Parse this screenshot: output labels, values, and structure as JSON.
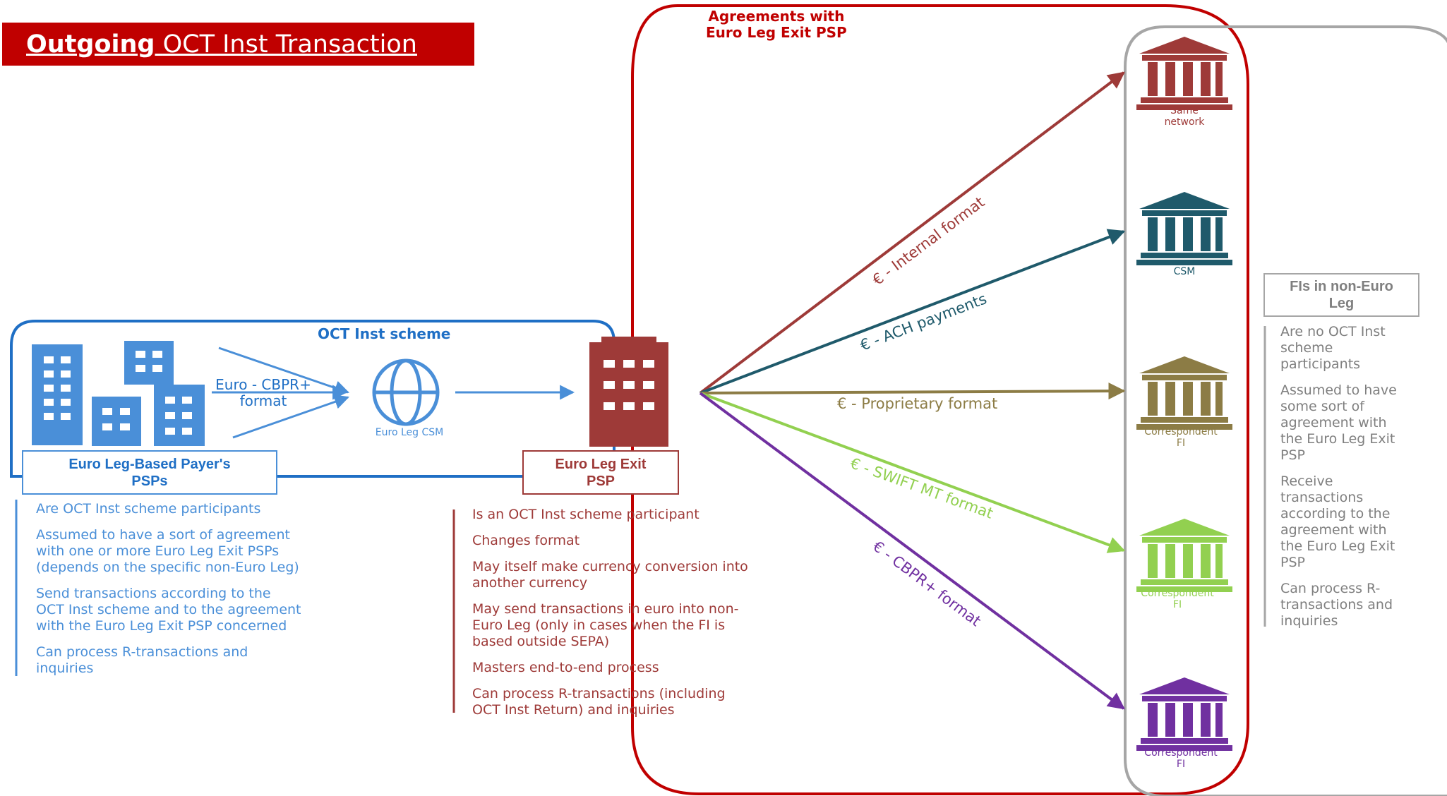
{
  "title": {
    "bold": "Outgoing",
    "rest": "OCT Inst Transaction"
  },
  "scheme_label": "OCT Inst scheme",
  "agreements_label": "Agreements with\nEuro Leg Exit PSP",
  "payer_box": "Euro Leg-Based Payer's\nPSPs",
  "exit_box": "Euro Leg Exit\nPSP",
  "non_euro_box": "FIs in non-Euro\nLeg",
  "flow_label": "Euro - CBPR+\nformat",
  "csm_label": "Euro Leg CSM",
  "route_labels": {
    "internal": "€ -  Internal format",
    "ach": "€ -  ACH payments",
    "proprietary": "€ -  Proprietary format",
    "swift": "€ -  SWIFT MT format",
    "cbpr": "€ -  CBPR+ format"
  },
  "targets": {
    "same_network": "Same\nnetwork",
    "csm": "CSM",
    "corr1": "Correspondent\nFI",
    "corr2": "Correspondent\nFI",
    "corr3": "Correspondent\nFI"
  },
  "payer_points": [
    "Are OCT Inst scheme participants",
    "Assumed to have a sort of agreement\nwith one or more Euro Leg Exit PSPs\n(depends on the specific non-Euro Leg)",
    "Send transactions according to the\nOCT Inst scheme and to the agreement\nwith the Euro Leg Exit PSP concerned",
    "Can process R-transactions and\ninquiries"
  ],
  "exit_points": [
    "Is an OCT Inst scheme participant",
    "Changes format",
    "May itself make currency conversion into\nanother currency",
    "May send transactions in euro into non-\nEuro Leg (only in cases when the FI is\nbased outside SEPA)",
    "Masters end-to-end process",
    "Can process R-transactions (including\nOCT Inst Return) and inquiries"
  ],
  "non_euro_points": [
    "Are no OCT Inst\nscheme\nparticipants",
    "Assumed to have\nsome sort of\nagreement with\nthe Euro Leg Exit\nPSP",
    "Receive\ntransactions\naccording to the\nagreement with\nthe Euro Leg Exit\nPSP",
    "Can process R-\ntransactions and\ninquiries"
  ],
  "colors": {
    "red": "#c00000",
    "blue": "#1f6fc5",
    "light_blue": "#4a8fd8",
    "dark_red": "#9e3a38",
    "teal": "#1f5a6b",
    "olive": "#8c7c45",
    "green": "#92d050",
    "purple": "#7030a0",
    "gray": "#a6a6a6"
  },
  "icons": [
    "bank-building-icon",
    "globe-icon",
    "office-building-icon",
    "exit-psp-building-icon"
  ]
}
